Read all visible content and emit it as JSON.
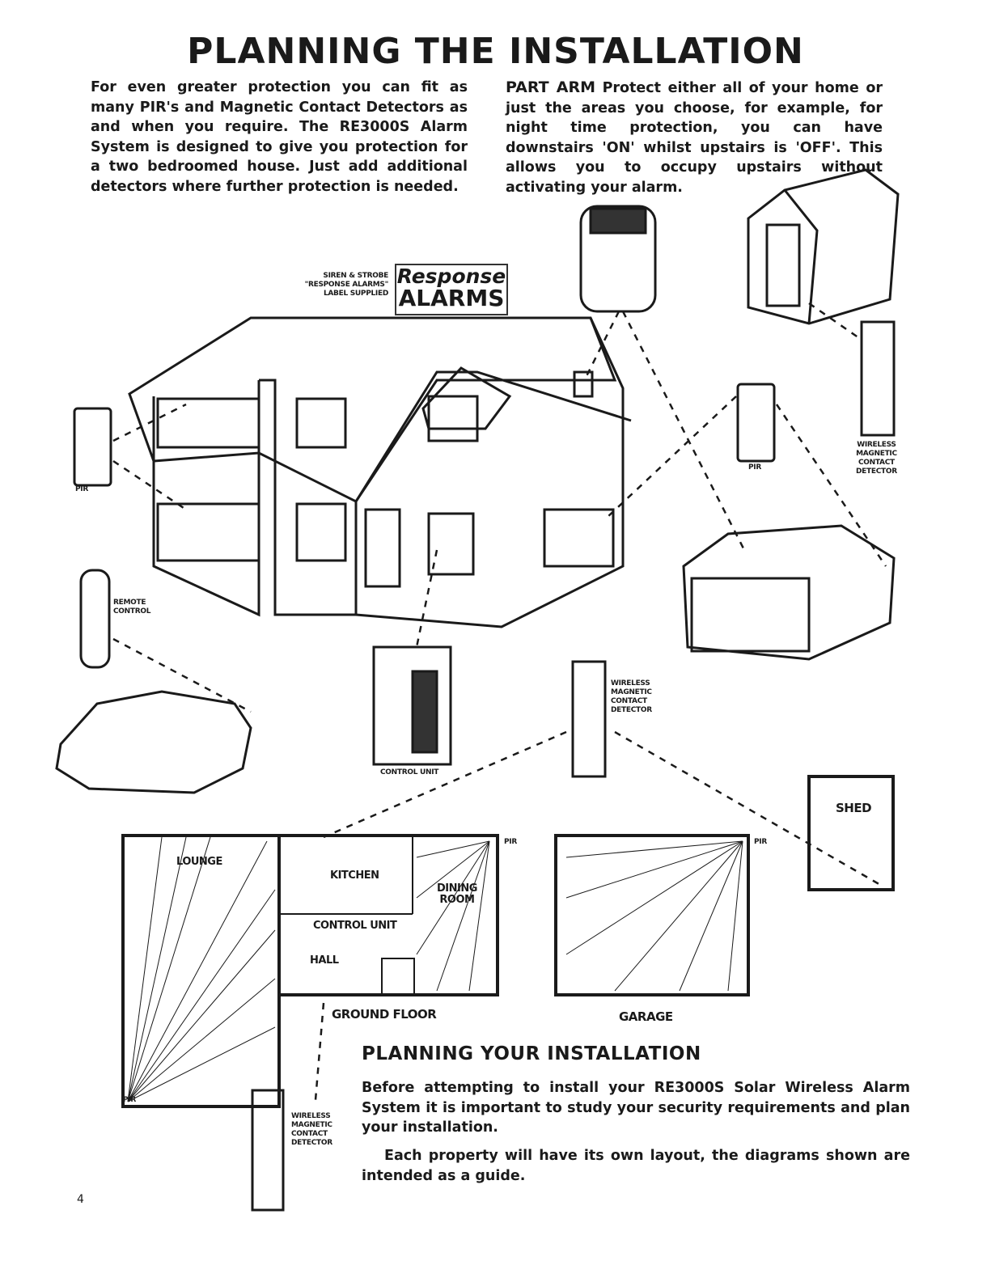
{
  "title": "PLANNING THE INSTALLATION",
  "intro_left": "For even greater protection you can fit as many PIR's and Magnetic Contact Detectors as and when you require. The RE3000S Alarm System is designed to give you protection for a two bedroomed house. Just add additional detectors where further protection is needed.",
  "intro_right": {
    "lead": "PART ARM",
    "text": " Protect either all of your home or just the areas you choose, for example, for night time protection, you can have downstairs 'ON' whilst upstairs is 'OFF'. This allows you to occupy upstairs without activating your alarm."
  },
  "siren_note": [
    "SIREN & STROBE",
    "\"RESPONSE ALARMS\"",
    "LABEL SUPPLIED"
  ],
  "logo": {
    "line1": "Response",
    "line2": "ALARMS"
  },
  "labels": {
    "pir": "PIR",
    "remote_control": [
      "REMOTE",
      "CONTROL"
    ],
    "control_unit": "CONTROL UNIT",
    "wireless_detector": [
      "WIRELESS",
      "MAGNETIC",
      "CONTACT",
      "DETECTOR"
    ]
  },
  "floorplan": {
    "lounge": "LOUNGE",
    "kitchen": "KITCHEN",
    "dining_room": [
      "DINING",
      "ROOM"
    ],
    "control_unit": "CONTROL UNIT",
    "hall": "HALL",
    "ground_floor": "GROUND FLOOR",
    "garage": "GARAGE",
    "shed": "SHED"
  },
  "section": {
    "heading": "PLANNING YOUR INSTALLATION",
    "p1": "Before attempting to install your RE3000S Solar Wireless Alarm System it is important to study your security requirements and plan your installation.",
    "p2": "Each property will have its own layout, the diagrams shown are intended as a guide."
  },
  "page_number": "4"
}
